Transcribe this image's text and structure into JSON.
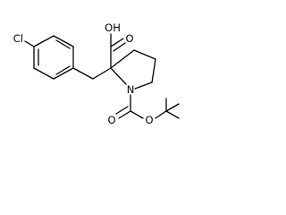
{
  "molecule": {
    "atoms": {
      "cl": {
        "label": "Cl",
        "color": "#000000"
      },
      "carboxyl_oh": {
        "label": "OH",
        "color": "#000000"
      },
      "carboxyl_o": {
        "label": "O",
        "color": "#000000"
      },
      "ring_n": {
        "label": "N",
        "color": "#000000"
      },
      "carbamate_o": {
        "label": "O",
        "color": "#000000"
      },
      "ester_o": {
        "label": "O",
        "color": "#000000"
      }
    },
    "bond_color": "#000000",
    "background": "#ffffff"
  }
}
